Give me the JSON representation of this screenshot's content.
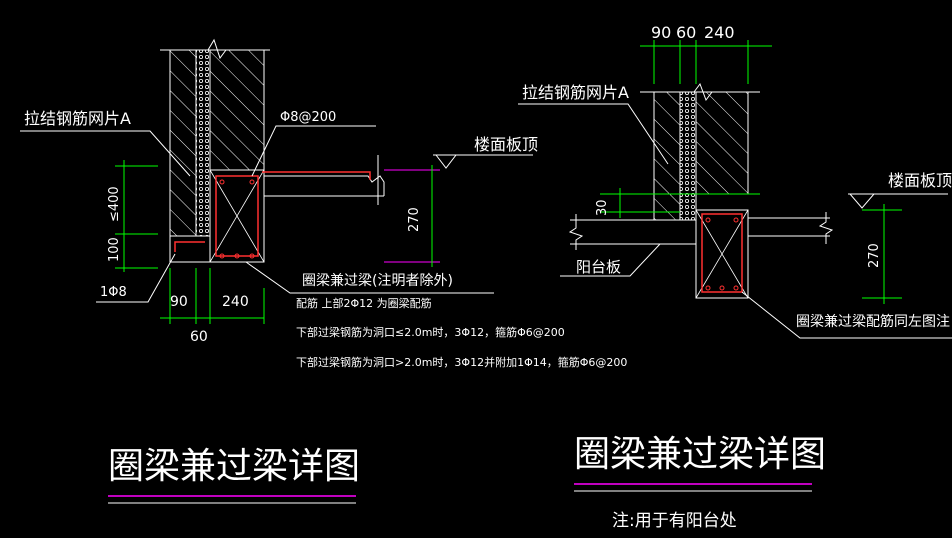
{
  "colors": {
    "background": "#000000",
    "line": "#ffffff",
    "dimension": "#00ff00",
    "rebar": "#ff3030",
    "magenta": "#ff00ff",
    "gray": "#a0a0a0"
  },
  "left": {
    "label_mesh": "拉结钢筋网片A",
    "label_stirrup": "Φ8@200",
    "label_floor": "楼面板顶",
    "label_beam": "圈梁兼过梁(注明者除外)",
    "label_bar": "1Φ8",
    "dim_400": "≤400",
    "dim_100": "100",
    "dim_270": "270",
    "dim_90": "90",
    "dim_240": "240",
    "dim_60": "60",
    "note1": "配筋  上部2Φ12 为圈梁配筋",
    "note2": "下部过梁钢筋为洞口≤2.0m时，3Φ12，箍筋Φ6@200",
    "note3": "下部过梁钢筋为洞口>2.0m时，3Φ12并附加1Φ14，箍筋Φ6@200",
    "title": "圈梁兼过梁详图"
  },
  "right": {
    "dim_90": "90",
    "dim_60": "60",
    "dim_240": "240",
    "label_mesh": "拉结钢筋网片A",
    "label_floor": "楼面板顶",
    "dim_30": "30",
    "dim_270": "270",
    "label_balcony": "阳台板",
    "label_beam": "圈梁兼过梁配筋同左图注",
    "title": "圈梁兼过梁详图",
    "note": "注:用于有阳台处"
  }
}
